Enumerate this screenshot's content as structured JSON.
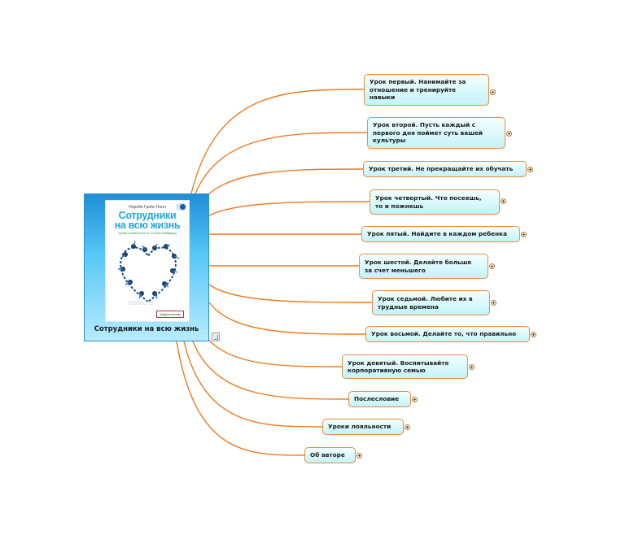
{
  "central": {
    "label": "Сотрудники на всю жизнь",
    "cover": {
      "author": "Норейн Грейс Нолл",
      "title_line1": "Сотрудники",
      "title_line2": "на всю жизнь",
      "subtitle": "Уроки лояльности от Стэнли Байфорд",
      "publisher": "Издательство"
    }
  },
  "branches": [
    {
      "lines": [
        "Урок первый. Нанимайте за",
        "отношение и тренируйте",
        "навыки"
      ]
    },
    {
      "lines": [
        "Урок второй. Пусть каждый с",
        "первого дня поймет суть вашей",
        "культуры"
      ]
    },
    {
      "lines": [
        "Урок третий. Не прекращайте их обучать"
      ]
    },
    {
      "lines": [
        "Урок четвертый. Что посеешь,",
        "то и пожнешь"
      ]
    },
    {
      "lines": [
        "Урок пятый. Найдите в каждом ребенка"
      ]
    },
    {
      "lines": [
        "Урок шестой. Делайте больше",
        "за счет меньшего"
      ]
    },
    {
      "lines": [
        "Урок седьмой. Любите их в",
        "трудные времена"
      ]
    },
    {
      "lines": [
        "Урок восьмой. Делайте то, что правильно"
      ]
    },
    {
      "lines": [
        "Урок девятый. Воспитывайте",
        "корпоративную семью"
      ]
    },
    {
      "lines": [
        "Послесловие"
      ]
    },
    {
      "lines": [
        "Уроки лояльности"
      ]
    },
    {
      "lines": [
        "Об авторе"
      ]
    }
  ],
  "colors": {
    "connector": "#f07a1e",
    "node_border": "#ee8a3c",
    "node_fill_top": "#f4ffff",
    "node_fill_bottom": "#c3f3f8",
    "central_fill": "#55c6f6"
  },
  "icons": {
    "expand": "plus-circle-icon",
    "attachment": "note-icon"
  }
}
